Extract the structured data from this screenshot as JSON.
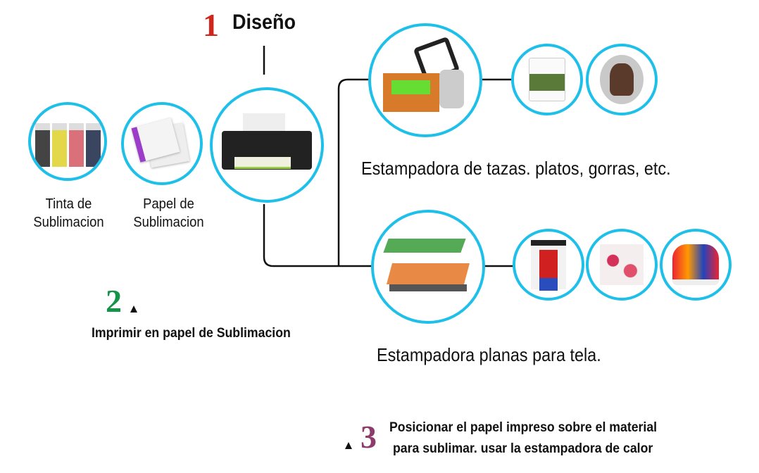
{
  "step1": {
    "number": "1",
    "title": "Diseño",
    "color": "#d0261c"
  },
  "step2": {
    "number": "2",
    "title": "Imprimir en papel de Sublimacion",
    "color": "#149447"
  },
  "step3": {
    "number": "3",
    "line1": "Posicionar el papel impreso sobre el material",
    "line2": "para sublimar. usar la estampadora de calor",
    "color": "#8e3a6b"
  },
  "supplies": {
    "ink": {
      "line1": "Tinta de",
      "line2": "Sublimacion"
    },
    "paper": {
      "line1": "Papel de",
      "line2": "Sublimacion"
    }
  },
  "branches": {
    "mug_press": {
      "caption": "Estampadora de tazas. platos, gorras, etc."
    },
    "flat_press": {
      "caption": "Estampadora planas para tela."
    }
  },
  "accent_color": "#1ec0ea"
}
